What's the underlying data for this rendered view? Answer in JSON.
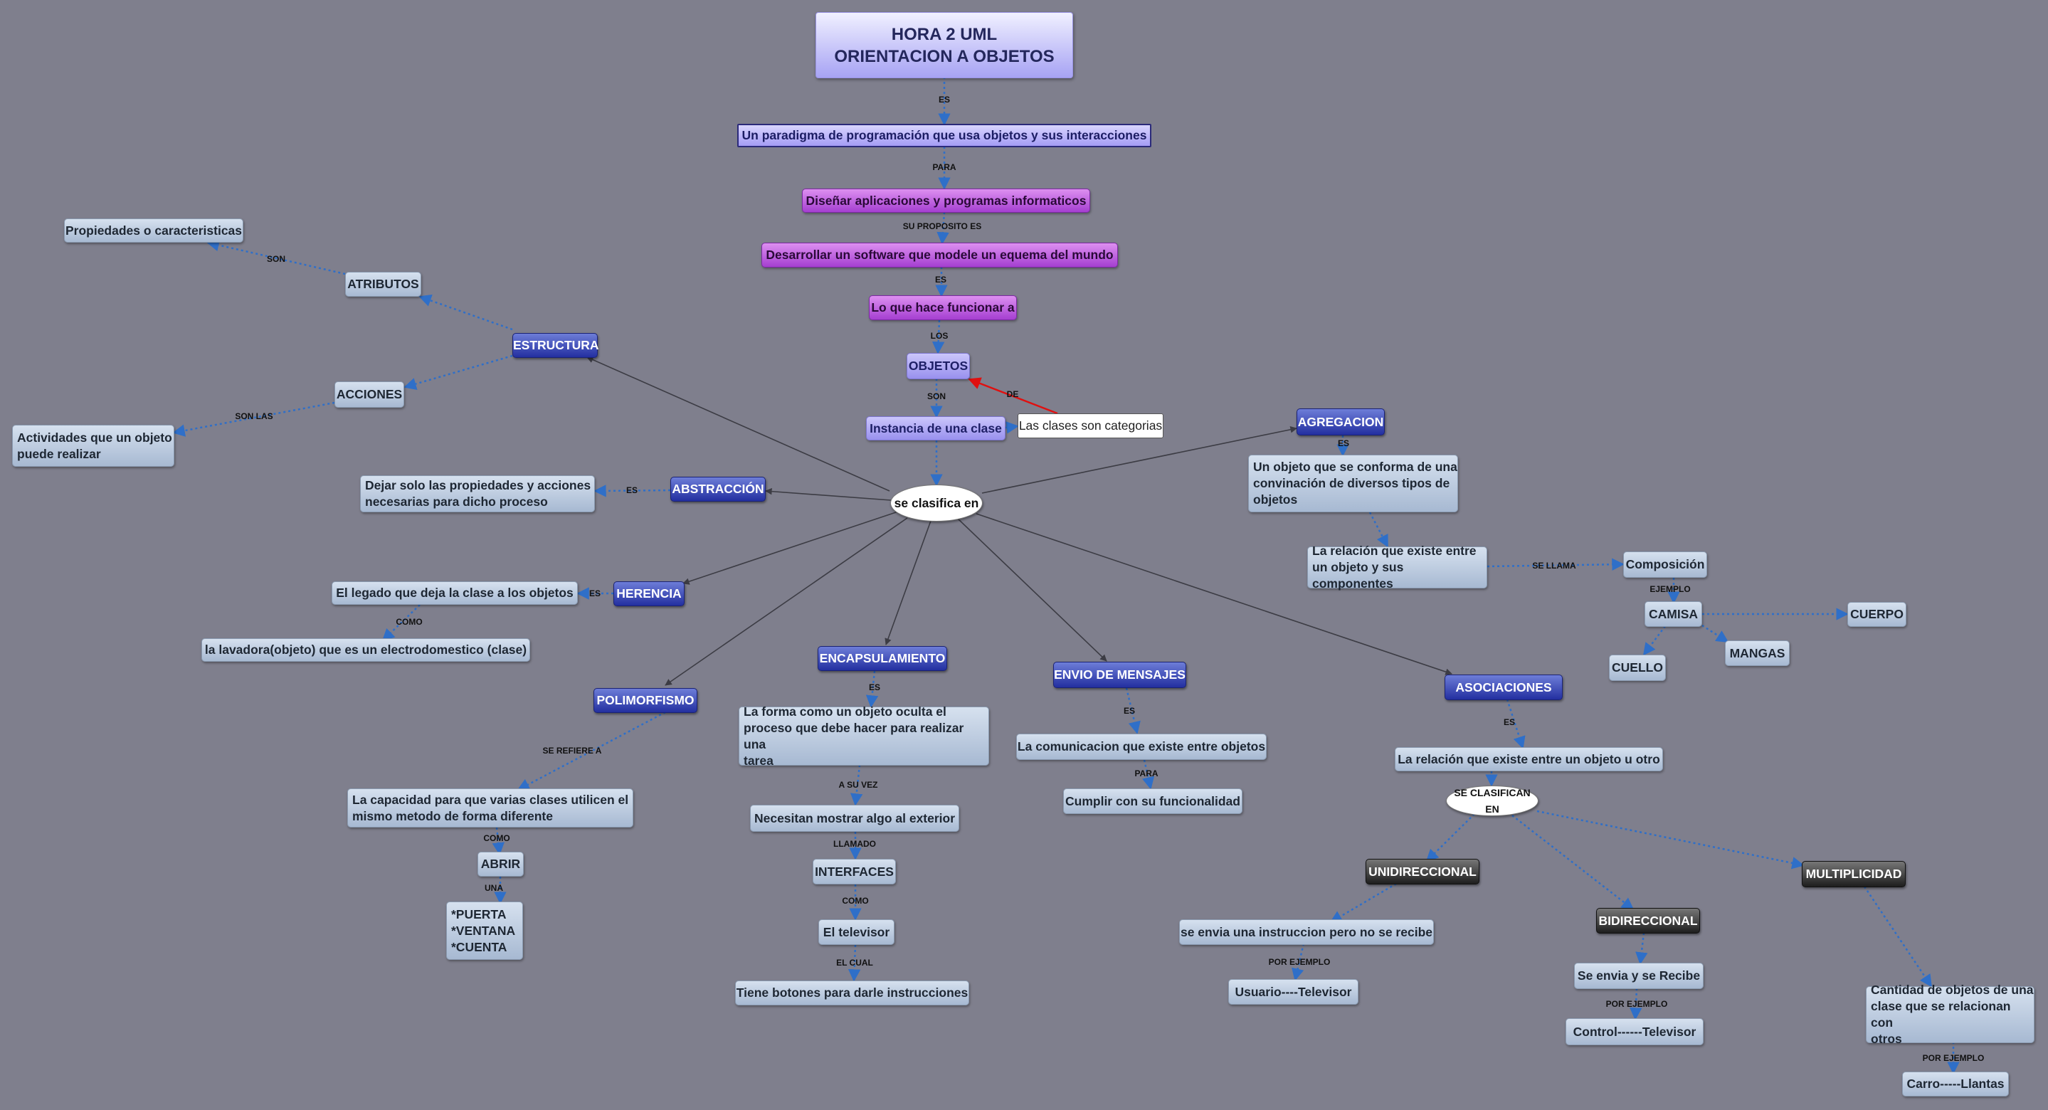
{
  "nodes": {
    "title": "HORA 2 UML\nORIENTACION A OBJETOS",
    "paradigma": "Un paradigma de programación que usa objetos y sus interacciones",
    "disenar": "Diseñar aplicaciones y programas informaticos",
    "desarrollar": "Desarrollar un software que modele un equema del mundo",
    "hace_funcionar": "Lo que hace funcionar a",
    "objetos": "OBJETOS",
    "instancia": "Instancia de una clase",
    "clases_categorias": "Las clases son categorias",
    "se_clasifica": "se clasifica en",
    "propiedades": "Propiedades o caracteristicas",
    "atributos": "ATRIBUTOS",
    "estructura": "ESTRUCTURA",
    "acciones": "ACCIONES",
    "actividades": "Actividades que un objeto\npuede realizar",
    "dejar_solo": "Dejar solo las propiedades y acciones\nnecesarias para dicho proceso",
    "abstraccion": "ABSTRACCIÓN",
    "legado": "El legado que deja la clase a los objetos",
    "herencia": "HERENCIA",
    "lavadora": "la lavadora(objeto) que es un electrodomestico (clase)",
    "polimorfismo": "POLIMORFISMO",
    "capacidad": "La capacidad para que varias clases utilicen el\nmismo metodo de forma diferente",
    "abrir": "ABRIR",
    "puerta": "*PUERTA\n*VENTANA\n*CUENTA",
    "encapsulamiento": "ENCAPSULAMIENTO",
    "forma_oculta": "La forma como un objeto oculta el\nproceso que debe hacer para realizar una\ntarea",
    "necesitan": "Necesitan mostrar algo al exterior",
    "interfaces": "INTERFACES",
    "televisor": "El televisor",
    "botones": "Tiene botones para darle instrucciones",
    "envio": "ENVIO DE MENSAJES",
    "comunicacion": "La comunicacion que existe entre objetos",
    "cumplir": "Cumplir con su funcionalidad",
    "agregacion": "AGREGACION",
    "conforma": "Un objeto que se conforma de una\nconvinación de diversos tipos de\nobjetos",
    "relacion_comp": "La relación que existe entre\nun objeto y sus componentes",
    "composicion": "Composición",
    "camisa": "CAMISA",
    "cuerpo": "CUERPO",
    "mangas": "MANGAS",
    "cuello": "CUELLO",
    "asociaciones": "ASOCIACIONES",
    "relacion_otro": "La relación que existe entre un objeto u otro",
    "se_clasifican": "SE CLASIFICAN EN",
    "unidireccional": "UNIDIRECCIONAL",
    "envia_no_recibe": "se envia una instruccion pero no se recibe",
    "usuario_tv": "Usuario----Televisor",
    "bidireccional": "BIDIRECCIONAL",
    "envia_recibe": "Se envia y se Recibe",
    "control_tv": "Control------Televisor",
    "multiplicidad": "MULTIPLICIDAD",
    "cantidad": "Cantidad de objetos de una\nclase que se relacionan con\notros",
    "carro": "Carro-----Llantas"
  },
  "links": {
    "es_1": "ES",
    "para_1": "PARA",
    "su_proposito": "SU PROPOSITO ES",
    "es_2": "ES",
    "los": "LOS",
    "son_1": "SON",
    "de": "DE",
    "son_2": "SON",
    "son_las": "SON LAS",
    "es_abs": "ES",
    "es_her": "ES",
    "como_1": "COMO",
    "se_refiere": "SE REFIERE A",
    "como_2": "COMO",
    "una": "UNA",
    "es_enc": "ES",
    "a_su_vez": "A SU VEZ",
    "llamado": "LLAMADO",
    "como_3": "COMO",
    "el_cual": "EL CUAL",
    "es_env": "ES",
    "para_2": "PARA",
    "es_agr": "ES",
    "se_llama": "SE LLAMA",
    "ejemplo": "EJEMPLO",
    "es_aso": "ES",
    "por_ejemplo_1": "POR EJEMPLO",
    "por_ejemplo_2": "POR EJEMPLO",
    "por_ejemplo_3": "POR EJEMPLO"
  },
  "colors": {
    "background": "#7f7f8d",
    "solid_line": "#3c3c44",
    "dotted_line": "#2f6fc8",
    "red_arrow": "#e01010"
  }
}
